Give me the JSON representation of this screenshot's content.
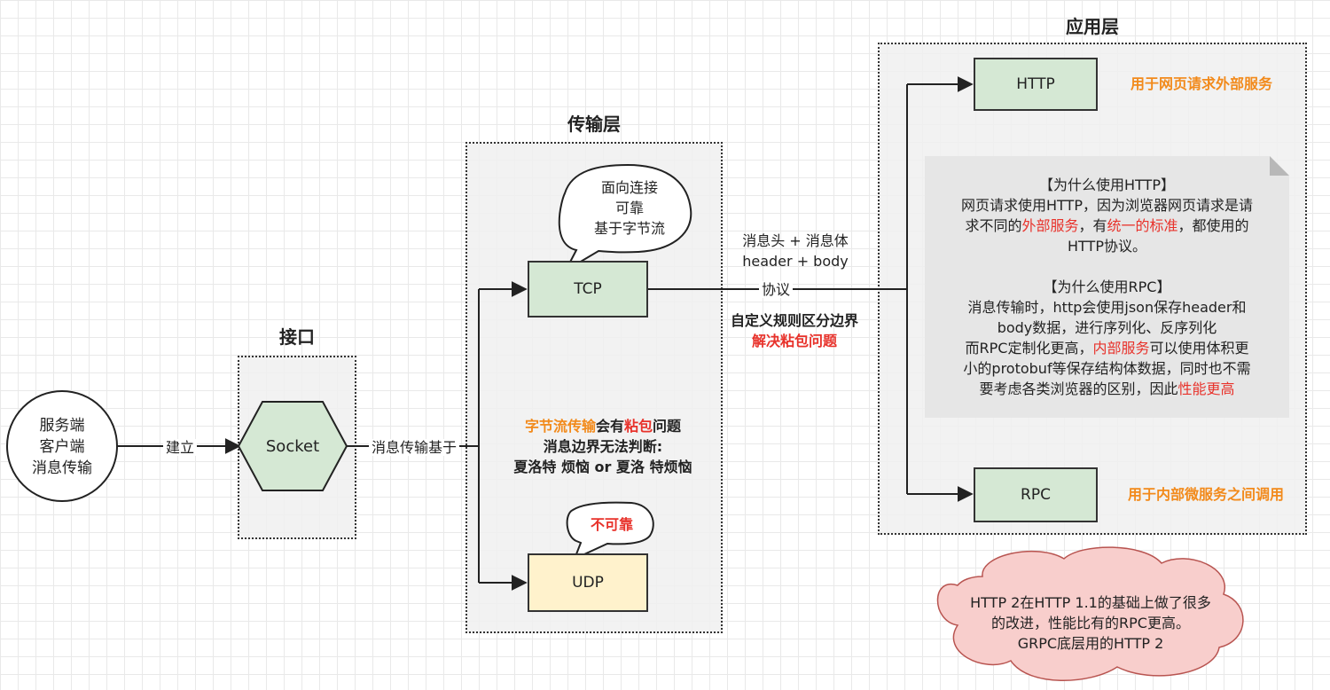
{
  "colors": {
    "green": "#d5e8d4",
    "yellow": "#fff2cc",
    "orange": "#f28a1b",
    "red": "#e8322b",
    "pink": "#f8cecc",
    "note": "#e6e6e6"
  },
  "layers": {
    "interface": "接口",
    "transport": "传输层",
    "application": "应用层"
  },
  "client": {
    "lines": [
      "服务端",
      "客户端",
      "消息传输"
    ]
  },
  "edges": {
    "establish": "建立",
    "based_on": "消息传输基于",
    "protocol": "协议"
  },
  "socket": "Socket",
  "tcp": {
    "label": "TCP",
    "bubble": [
      "面向连接",
      "可靠",
      "基于字节流"
    ]
  },
  "udp": {
    "label": "UDP",
    "bubble": "不可靠"
  },
  "sticky": {
    "part1_orange": "字节流传输",
    "part2": "会有",
    "part3_red": "粘包",
    "part4": "问题",
    "line2": "消息边界无法判断:",
    "line3": "夏洛特 烦恼 or 夏洛 特烦恼"
  },
  "protocol_desc": {
    "line1": "消息头 + 消息体",
    "line2": "header + body",
    "custom": "自定义规则区分边界",
    "solve": "解决粘包问题"
  },
  "http": {
    "label": "HTTP",
    "desc": "用于网页请求外部服务"
  },
  "rpc": {
    "label": "RPC",
    "desc": "用于内部微服务之间调用"
  },
  "note": {
    "http_title": "【为什么使用HTTP】",
    "http_l1": "网页请求使用HTTP，因为浏览器网页请求是请",
    "http_l2_a": "求不同的",
    "http_l2_red1": "外部服务",
    "http_l2_b": "，有",
    "http_l2_red2": "统一的标准",
    "http_l2_c": "，都使用的",
    "http_l3": "HTTP协议。",
    "rpc_title": "【为什么使用RPC】",
    "rpc_l1": "消息传输时，http会使用json保存header和",
    "rpc_l2": "body数据，进行序列化、反序列化",
    "rpc_l3_a": "而RPC定制化更高，",
    "rpc_l3_red": "内部服务",
    "rpc_l3_b": "可以使用体积更",
    "rpc_l4": "小的protobuf等保存结构体数据，同时也不需",
    "rpc_l5_a": "要考虑各类浏览器的区别，因此",
    "rpc_l5_red": "性能更高"
  },
  "cloud": {
    "l1": "HTTP 2在HTTP 1.1的基础上做了很多",
    "l2": "的改进，性能比有的RPC更高。",
    "l3": "GRPC底层用的HTTP 2"
  }
}
